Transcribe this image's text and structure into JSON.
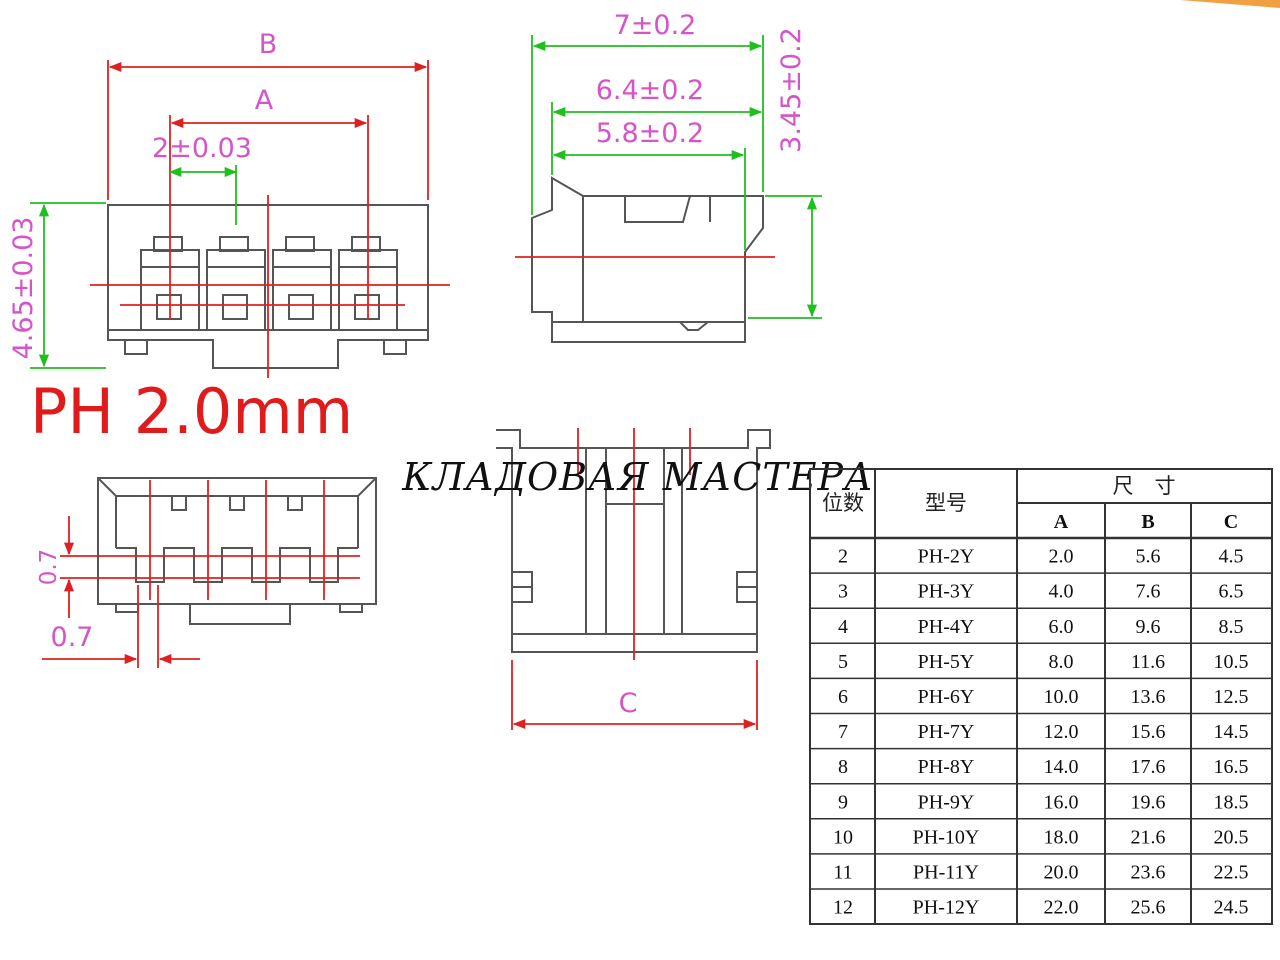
{
  "title": "PH 2.0mm",
  "watermark": "КЛАДОВАЯ МАСТЕРА",
  "front_view": {
    "dim_b": "B",
    "dim_a": "A",
    "pitch": "2±0.03",
    "height": "4.65±0.03"
  },
  "side_view": {
    "length": "7±0.2",
    "mid": "6.4±0.2",
    "inner": "5.8±0.2",
    "height": "3.45±0.2"
  },
  "bottom_view": {
    "dim_v": "0.7",
    "dim_h": "0.7"
  },
  "rear_view": {
    "dim_c": "C"
  },
  "table": {
    "header_positions": "位数",
    "header_model": "型号",
    "header_dims": "尺　寸",
    "col_a": "A",
    "col_b": "B",
    "col_c": "C",
    "rows": [
      [
        "2",
        "PH-2Y",
        "2.0",
        "5.6",
        "4.5"
      ],
      [
        "3",
        "PH-3Y",
        "4.0",
        "7.6",
        "6.5"
      ],
      [
        "4",
        "PH-4Y",
        "6.0",
        "9.6",
        "8.5"
      ],
      [
        "5",
        "PH-5Y",
        "8.0",
        "11.6",
        "10.5"
      ],
      [
        "6",
        "PH-6Y",
        "10.0",
        "13.6",
        "12.5"
      ],
      [
        "7",
        "PH-7Y",
        "12.0",
        "15.6",
        "14.5"
      ],
      [
        "8",
        "PH-8Y",
        "14.0",
        "17.6",
        "16.5"
      ],
      [
        "9",
        "PH-9Y",
        "16.0",
        "19.6",
        "18.5"
      ],
      [
        "10",
        "PH-10Y",
        "18.0",
        "21.6",
        "20.5"
      ],
      [
        "11",
        "PH-11Y",
        "20.0",
        "23.6",
        "22.5"
      ],
      [
        "12",
        "PH-12Y",
        "22.0",
        "25.6",
        "24.5"
      ]
    ]
  }
}
